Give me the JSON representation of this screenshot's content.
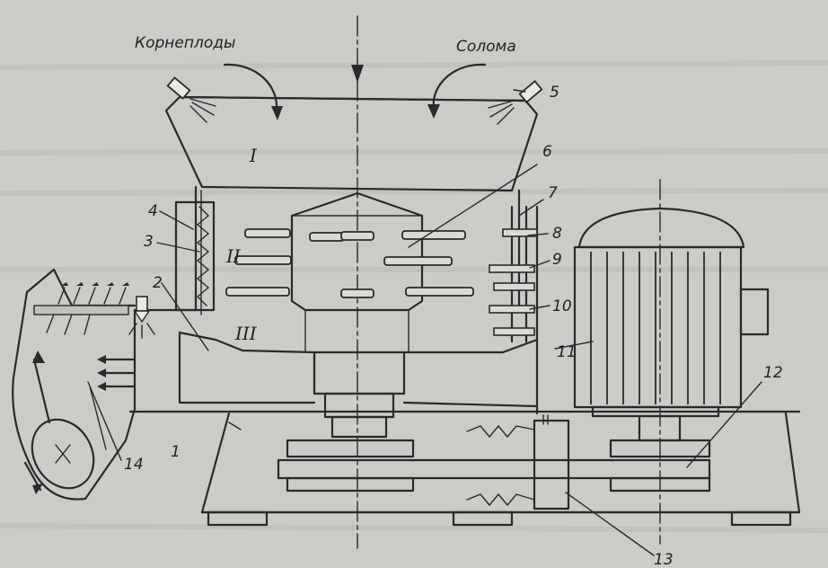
{
  "labels": {
    "top_left": "Корнеплоды",
    "top_right": "Солома",
    "zone_1": "I",
    "zone_2": "II",
    "zone_3": "III",
    "n1": "1",
    "n2": "2",
    "n3": "3",
    "n4": "4",
    "n5": "5",
    "n6": "6",
    "n7": "7",
    "n8": "8",
    "n9": "9",
    "n10": "10",
    "n11": "11",
    "n12": "12",
    "n13": "13",
    "n14": "14"
  }
}
